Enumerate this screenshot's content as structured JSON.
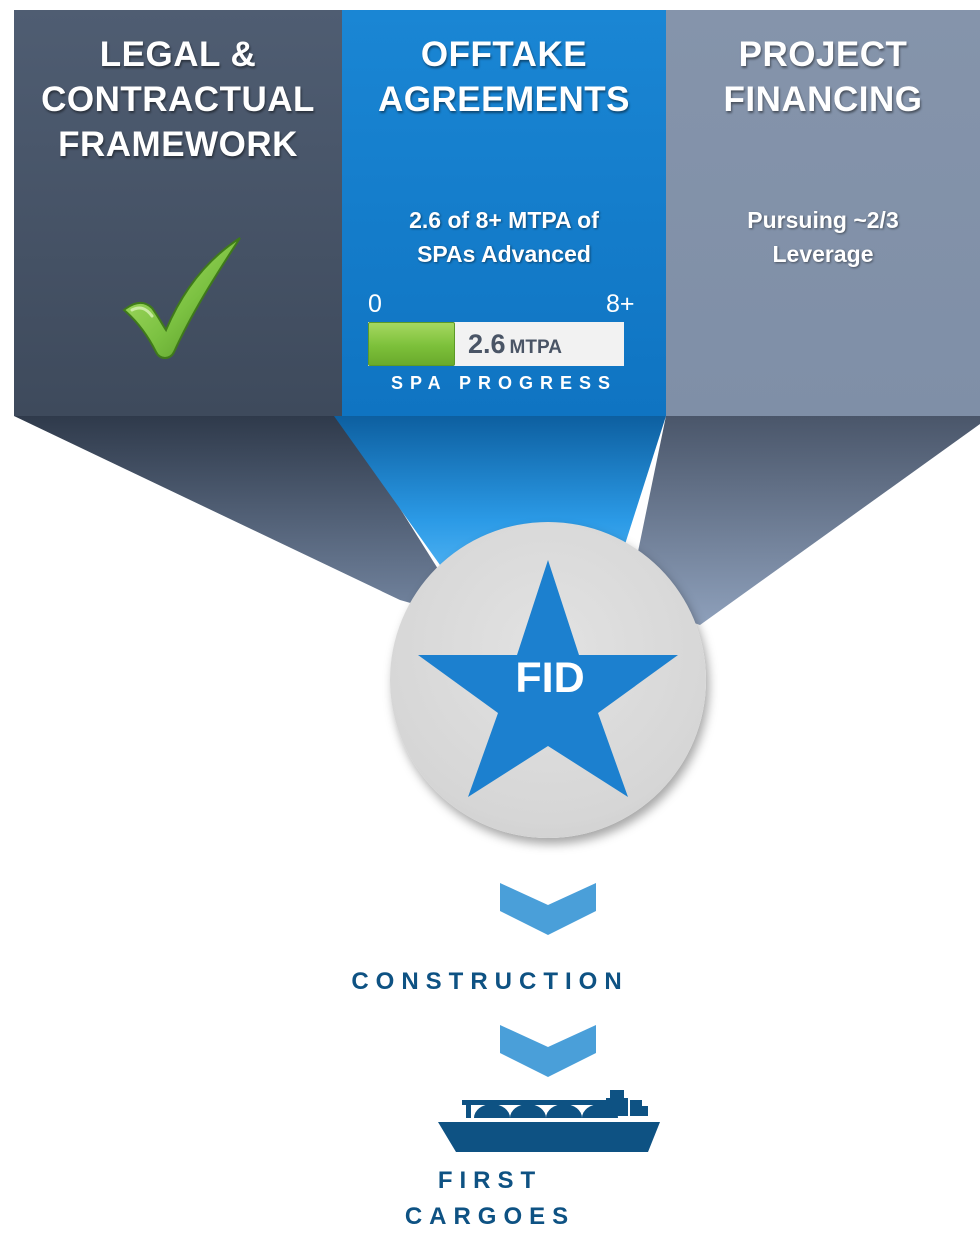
{
  "columns": {
    "legal": {
      "title": "LEGAL &\nCONTRACTUAL\nFRAMEWORK",
      "status_icon": "checkmark-icon"
    },
    "offtake": {
      "title": "OFFTAKE\nAGREEMENTS",
      "description": "2.6 of 8+ MTPA of\nSPAs Advanced"
    },
    "financing": {
      "title": "PROJECT\nFINANCING",
      "description": "Pursuing ~2/3\nLeverage"
    }
  },
  "progress": {
    "min_label": "0",
    "max_label": "8+",
    "value": "2.6",
    "unit": "MTPA",
    "fraction": 0.325,
    "caption": "SPA PROGRESS"
  },
  "center": {
    "label": "FID",
    "icon": "star-icon"
  },
  "stages": {
    "construction": "CONSTRUCTION",
    "first_cargoes": "FIRST\nCARGOES",
    "ship_icon": "lng-tanker-icon",
    "arrow_icon": "chevron-down-icon"
  },
  "colors": {
    "legal": "#46536a",
    "offtake": "#127bc9",
    "financing": "#8292a9",
    "accent": "#0e5283",
    "chevron": "#4a9fd9",
    "check": "#7cc242"
  }
}
